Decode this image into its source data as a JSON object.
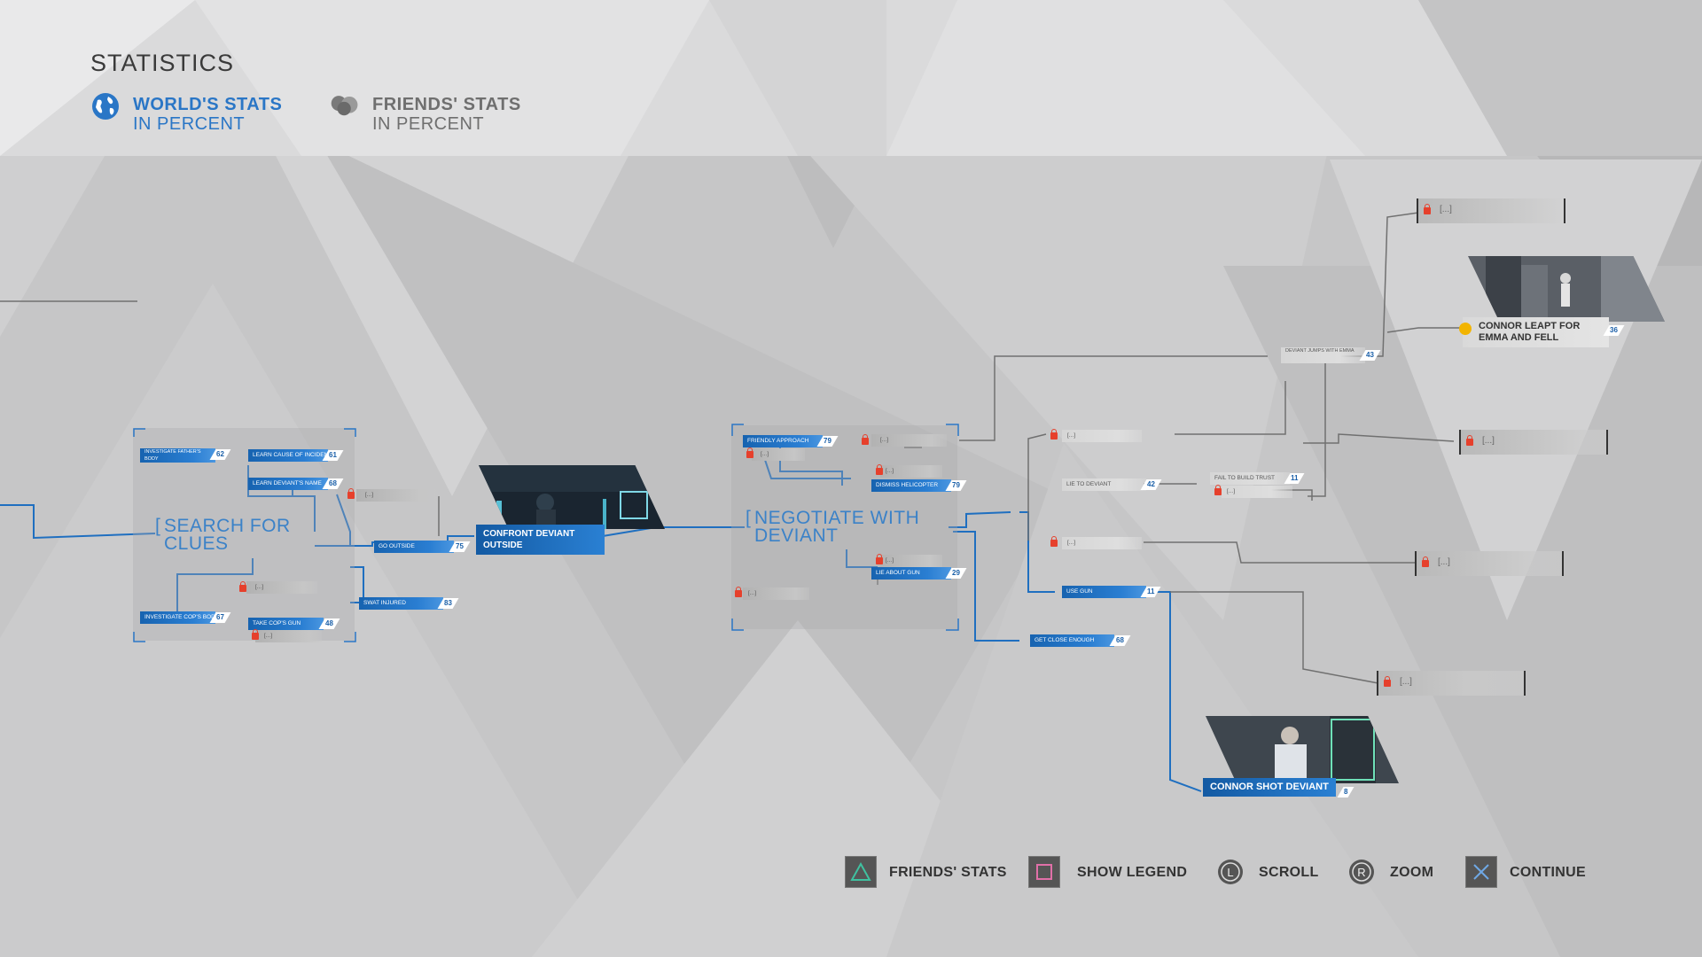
{
  "header": {
    "title": "STATISTICS",
    "tabs": [
      {
        "line1": "WORLD'S STATS",
        "line2": "IN PERCENT",
        "icon": "globe-icon",
        "active": true
      },
      {
        "line1": "FRIENDS' STATS",
        "line2": "IN PERCENT",
        "icon": "friends-icon",
        "active": false
      }
    ]
  },
  "flowchart": {
    "search": {
      "chapter": "SEARCH FOR CLUES",
      "investigate_father": "INVESTIGATE FATHER'S BODY",
      "investigate_father_pct": "62",
      "learn_cause": "LEARN CAUSE OF INCIDENT",
      "learn_cause_pct": "61",
      "learn_name": "LEARN DEVIANT'S NAME",
      "learn_name_pct": "68",
      "investigate_cop": "INVESTIGATE COP'S BODY",
      "investigate_cop_pct": "67",
      "take_gun": "TAKE COP'S GUN",
      "take_gun_pct": "48",
      "go_outside": "GO OUTSIDE",
      "go_outside_pct": "75",
      "swat_injured": "SWAT INJURED",
      "swat_injured_pct": "83",
      "locked": "[...]"
    },
    "confront": {
      "label": "CONFRONT DEVIANT OUTSIDE"
    },
    "negotiate": {
      "chapter": "NEGOTIATE WITH DEVIANT",
      "friendly": "FRIENDLY APPROACH",
      "friendly_pct": "79",
      "dismiss": "DISMISS HELICOPTER",
      "dismiss_pct": "79",
      "lie_gun": "LIE ABOUT GUN",
      "lie_gun_pct": "29",
      "locked": "[...]"
    },
    "branches": {
      "deviant_jumps": "DEVIANT JUMPS WITH EMMA",
      "deviant_jumps_pct": "43",
      "lie_deviant": "LIE TO DEVIANT",
      "lie_deviant_pct": "42",
      "fail_trust": "FAIL TO BUILD TRUST",
      "fail_trust_pct": "11",
      "use_gun": "USE GUN",
      "use_gun_pct": "11",
      "close_enough": "GET CLOSE ENOUGH",
      "close_enough_pct": "68",
      "locked": "[...]"
    },
    "endings": {
      "leapt": "CONNOR LEAPT FOR EMMA AND FELL",
      "leapt_pct": "36",
      "shot": "CONNOR SHOT DEVIANT",
      "shot_pct": "8",
      "hidden": "[...]"
    }
  },
  "controls": [
    {
      "button": "triangle-button",
      "label": "FRIENDS' STATS",
      "color": "#3fc1a0"
    },
    {
      "button": "square-button",
      "label": "SHOW LEGEND",
      "color": "#e070a8"
    },
    {
      "button": "l-stick-button",
      "label": "SCROLL",
      "glyph": "L"
    },
    {
      "button": "r-stick-button",
      "label": "ZOOM",
      "glyph": "R"
    },
    {
      "button": "cross-button",
      "label": "CONTINUE",
      "color": "#6fa8e6"
    }
  ],
  "colors": {
    "accent_blue": "#2a76c6",
    "lock_red": "#e6402c",
    "background": "#c8c8c9"
  }
}
